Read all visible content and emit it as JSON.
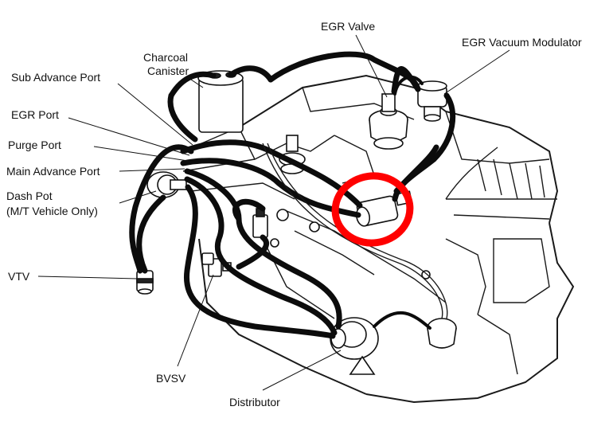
{
  "labels": {
    "egr_valve": "EGR Valve",
    "egr_vacuum_modulator": "EGR Vacuum Modulator",
    "charcoal_canister_line1": "Charcoal",
    "charcoal_canister_line2": "Canister",
    "sub_advance_port": "Sub Advance Port",
    "egr_port": "EGR Port",
    "purge_port": "Purge Port",
    "main_advance_port": "Main Advance Port",
    "dash_pot_line1": "Dash Pot",
    "dash_pot_line2": "(M/T Vehicle Only)",
    "vtv": "VTV",
    "bvsv": "BVSV",
    "distributor": "Distributor"
  },
  "highlight": {
    "color": "#ff0000",
    "target": "vacuum switching component"
  }
}
